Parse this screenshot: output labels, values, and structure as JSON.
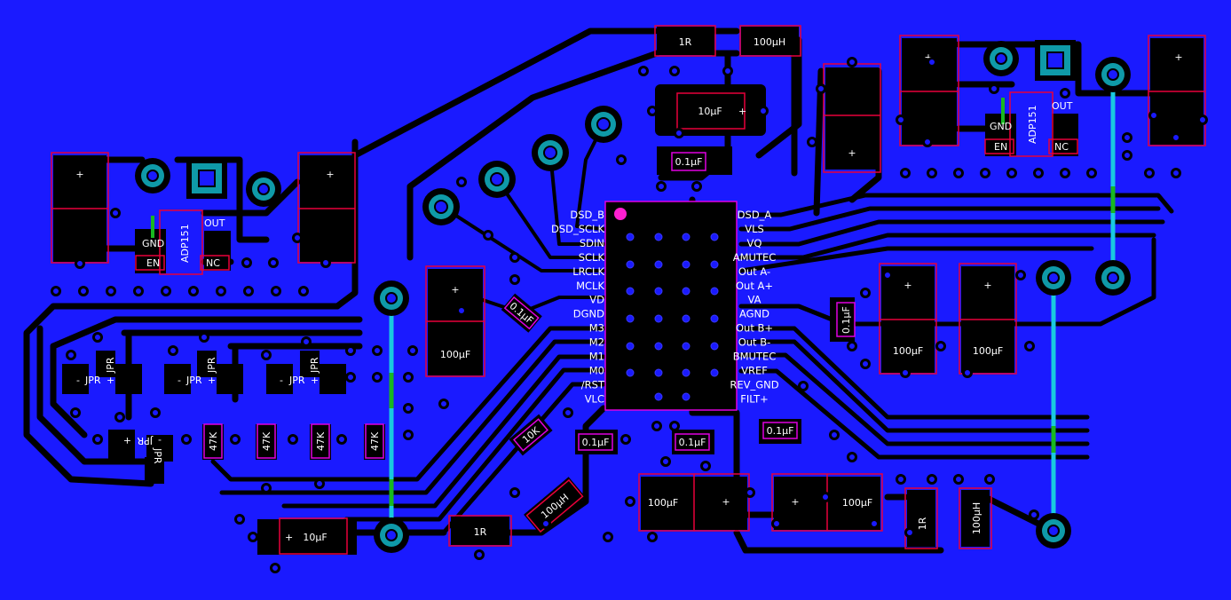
{
  "colors": {
    "board": "#1a1aff",
    "copper": "#000000",
    "silk": "#ffffff",
    "outline_red": "#e8003a",
    "outline_magenta": "#e000e0",
    "via_ring": "#0f9aa8",
    "jumper_cyan": "#19c9e0",
    "jumper_green": "#18b820",
    "pin1_marker": "#ff1fd0"
  },
  "ic": {
    "left_pins": [
      "DSD_B",
      "DSD_SCLK",
      "SDIN",
      "SCLK",
      "LRCLK",
      "MCLK",
      "VD",
      "DGND",
      "M3",
      "M2",
      "M1",
      "M0",
      "/RST",
      "VLC"
    ],
    "right_pins": [
      "DSD_A",
      "VLS",
      "VQ",
      "AMUTEC",
      "Out A-",
      "Out A+",
      "VA",
      "AGND",
      "Out B+",
      "Out B-",
      "BMUTEC",
      "VREF",
      "REV_GND",
      "FILT+"
    ]
  },
  "regulators": {
    "left": {
      "name": "ADP151",
      "out": "OUT",
      "gnd": "GND",
      "en": "EN",
      "nc": "NC"
    },
    "right": {
      "name": "ADP151",
      "out": "OUT",
      "gnd": "GND",
      "en": "EN",
      "nc": "NC"
    }
  },
  "components": {
    "r_top": "1R",
    "l_top": "100µH",
    "c_top_10": "10µF",
    "c_top_01": "0.1µF",
    "c_mid_100": "100µF",
    "c_angle_01": "0.1µF",
    "c_right_01": "0.1µF",
    "c_right_100a": "100µF",
    "c_right_100b": "100µF",
    "c_bot_01a": "0.1µF",
    "c_bot_01b": "0.1µF",
    "c_bot_01c": "0.1µF",
    "r_10k": "10K",
    "c_bot_100a": "100µF",
    "c_bot_100b": "100µF",
    "l_bot_angle": "100µH",
    "r_bot": "1R",
    "r_bot_right": "1R",
    "l_bot_right": "100µH",
    "c_bot_left_10": "10µF",
    "r47k_1": "47K",
    "r47k_2": "47K",
    "r47k_3": "47K",
    "r47k_4": "47K"
  },
  "jumpers": {
    "label": "JPR",
    "minus": "-",
    "plus": "+"
  },
  "pad_marks": {
    "plus": "+"
  }
}
